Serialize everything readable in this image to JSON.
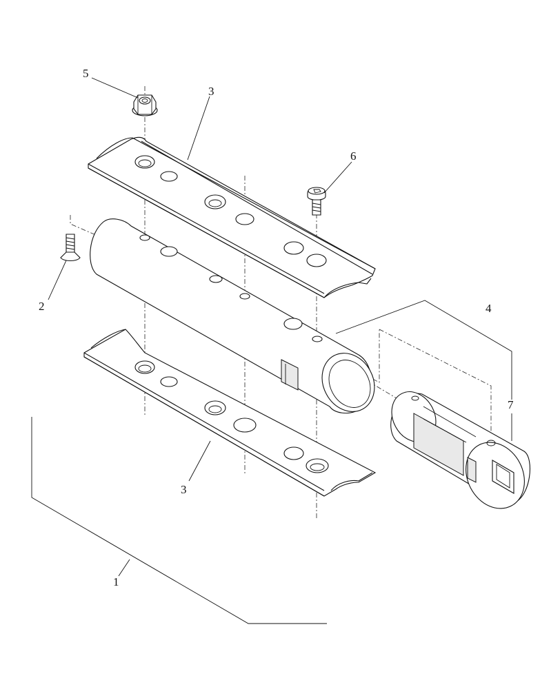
{
  "diagram": {
    "callouts": [
      {
        "id": "c1",
        "label": "1"
      },
      {
        "id": "c2",
        "label": "2"
      },
      {
        "id": "c3a",
        "label": "3"
      },
      {
        "id": "c3b",
        "label": "3"
      },
      {
        "id": "c4",
        "label": "4"
      },
      {
        "id": "c5",
        "label": "5"
      },
      {
        "id": "c6",
        "label": "6"
      },
      {
        "id": "c7",
        "label": "7"
      }
    ]
  }
}
